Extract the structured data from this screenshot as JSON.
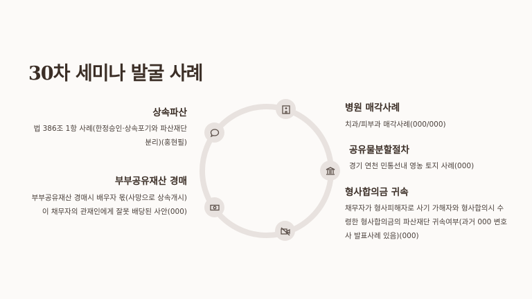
{
  "title": "30차 세미나 발굴 사례",
  "left": [
    {
      "heading": "상속파산",
      "body": "법 386조 1항 사례(한정승인·상속포기와 파산재단 분리)(홍현필)"
    },
    {
      "heading": "부부공유재산 경매",
      "body": "부부공유재산 경매시 배우자 몫(사망으로 상속개시)이 채무자의 관재인에게 잘못 배당된 사안(000)"
    }
  ],
  "right": [
    {
      "heading": "병원 매각사례",
      "body": "치과/피부과 매각사례(000/000)"
    },
    {
      "heading": "공유물분할절차",
      "body": "경기 연천 민통선내 영농 토지 사례(000)"
    },
    {
      "heading": "형사합의금 귀속",
      "body": "채무자가 형사피해자로 사기 가해자와 형사합의시 수령한 형사합의금의 파산재단 귀속여부(과거 000 변호사 발표사례 있음)(000)"
    }
  ],
  "icons": [
    "hospital-icon",
    "bank-icon",
    "camera-off-icon",
    "money-icon",
    "chat-icon"
  ]
}
